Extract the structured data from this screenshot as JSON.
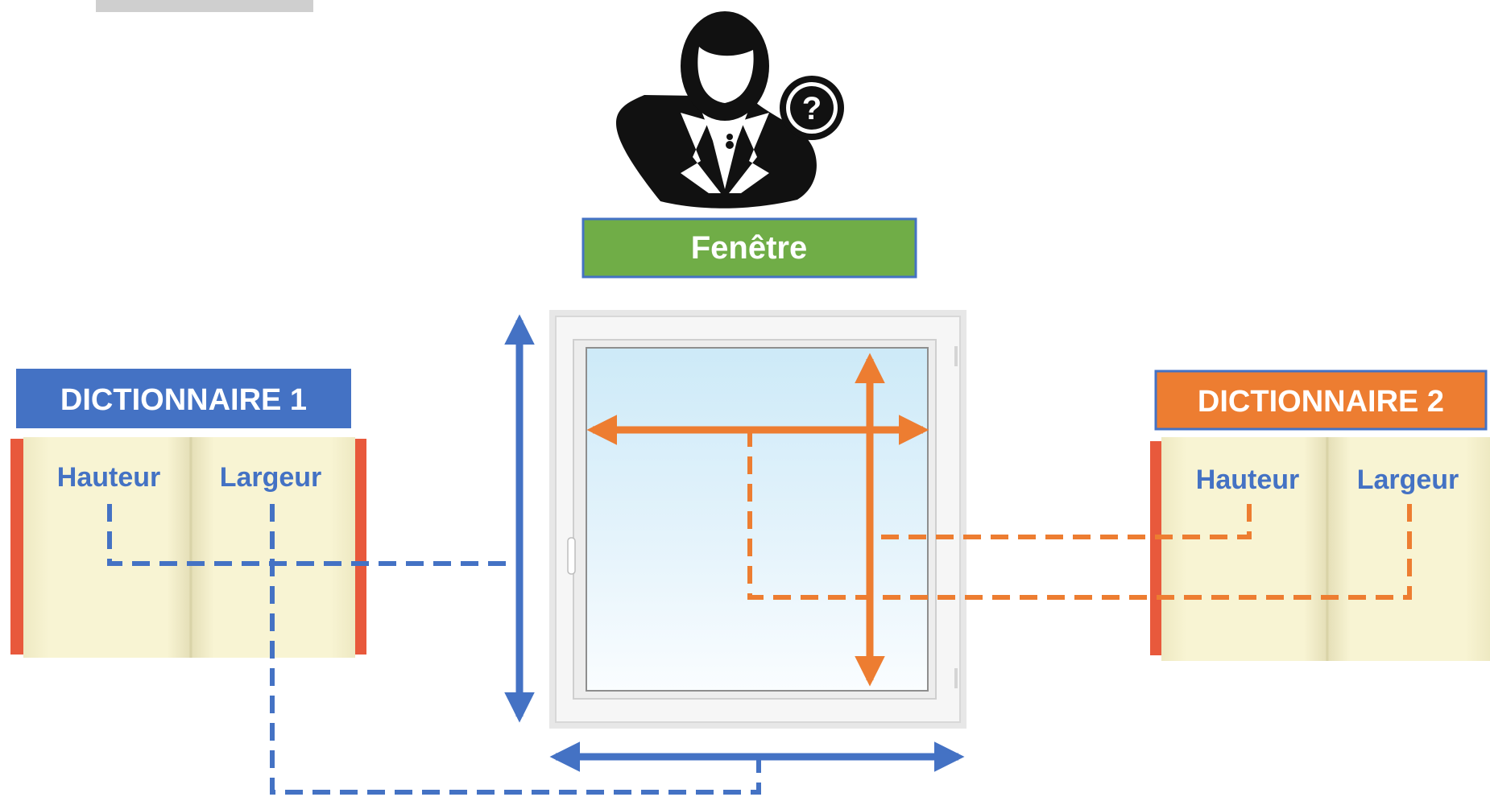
{
  "title_box": {
    "label": "Fenêtre",
    "fill": "#70AD47",
    "border": "#4472C4"
  },
  "dictionary_1": {
    "title": "DICTIONNAIRE 1",
    "title_fill": "#4472C4",
    "page_left_label": "Hauteur",
    "page_right_label": "Largeur"
  },
  "dictionary_2": {
    "title": "DICTIONNAIRE 2",
    "title_fill": "#ED7D31",
    "title_border": "#4472C4",
    "page_left_label": "Hauteur",
    "page_right_label": "Largeur"
  },
  "colors": {
    "blue": "#4472C4",
    "orange": "#ED7D31",
    "book_page": "#F7F3CF",
    "book_edge": "#E8593C",
    "label_blue": "#4472C4"
  },
  "icons": {
    "person": "person-question-icon",
    "window": "window-icon",
    "book_1": "open-book-icon",
    "book_2": "open-book-icon"
  }
}
